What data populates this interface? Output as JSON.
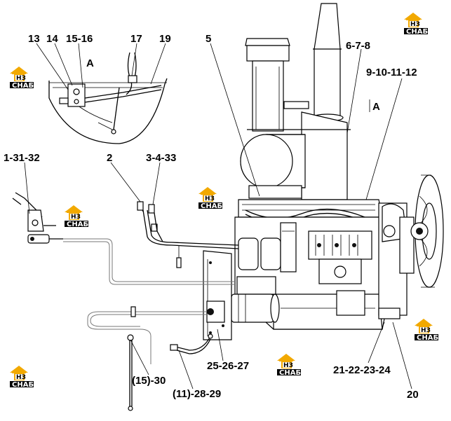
{
  "labels": {
    "l13": "13",
    "l14": "14",
    "l15_16": "15-16",
    "l17": "17",
    "l19": "19",
    "lA_detail": "A",
    "l5": "5",
    "l6_7_8": "6-7-8",
    "l9_10_11_12": "9-10-11-12",
    "lA_arrow": "A",
    "l1_31_32": "1-31-32",
    "l2": "2",
    "l3_4_33": "3-4-33",
    "l25_26_27": "25-26-27",
    "l15_30": "(15)-30",
    "l11_28_29": "(11)-28-29",
    "l21_22_23_24": "21-22-23-24",
    "l20": "20"
  },
  "watermark": {
    "top_text": "НЗ",
    "bottom_text": "СНАБ",
    "colors": {
      "roof": "#f2a900",
      "box": "#000000"
    }
  }
}
